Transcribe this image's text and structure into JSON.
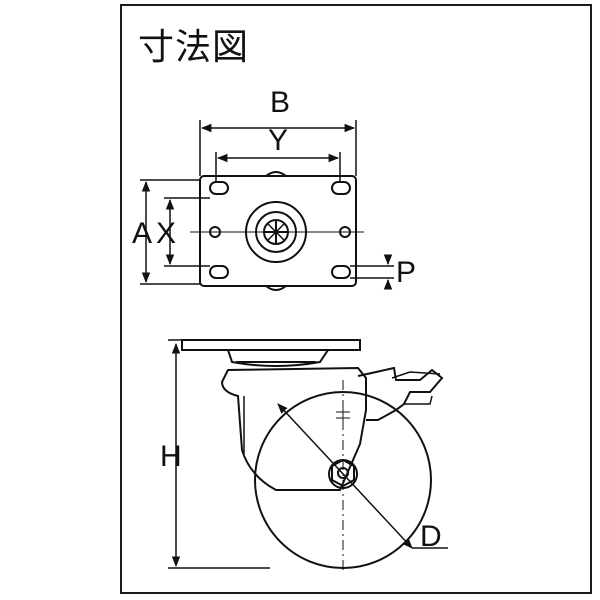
{
  "title": "寸法図",
  "labels": {
    "B": "B",
    "Y": "Y",
    "A": "A",
    "X": "X",
    "P": "P",
    "H": "H",
    "D": "D"
  }
}
